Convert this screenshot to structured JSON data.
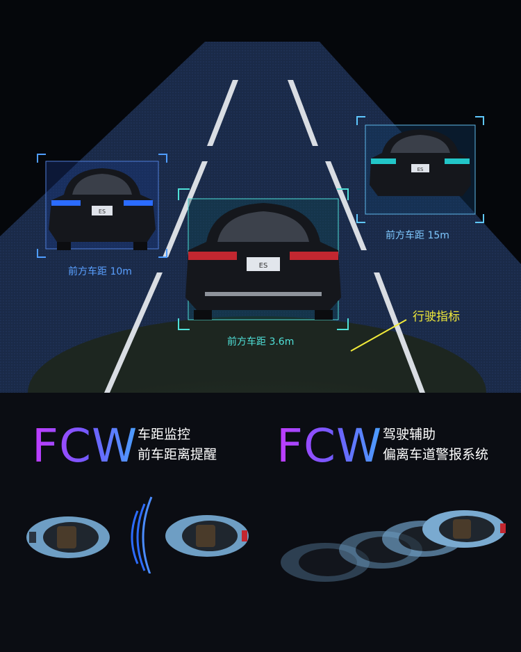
{
  "scene": {
    "detections": [
      {
        "name": "left",
        "label": "前方车距 10m",
        "label_color": "#5aa0ff"
      },
      {
        "name": "center",
        "label": "前方车距 3.6m",
        "label_color": "#4fe0d8"
      },
      {
        "name": "right",
        "label": "前方车距 15m",
        "label_color": "#7fc8ff"
      }
    ],
    "indicator_label": "行驶指标",
    "car_plate": "ES"
  },
  "features": [
    {
      "acronym": "FCW",
      "line1": "车距监控",
      "line2": "前车距离提醒"
    },
    {
      "acronym": "FCW",
      "line1": "驾驶辅助",
      "line2": "偏离车道警报系统"
    }
  ],
  "colors": {
    "accent_gradient_start": "#c23bff",
    "accent_gradient_end": "#4aa0ff",
    "indicator": "#f1ea3a",
    "frame": "#4fe0d8"
  }
}
